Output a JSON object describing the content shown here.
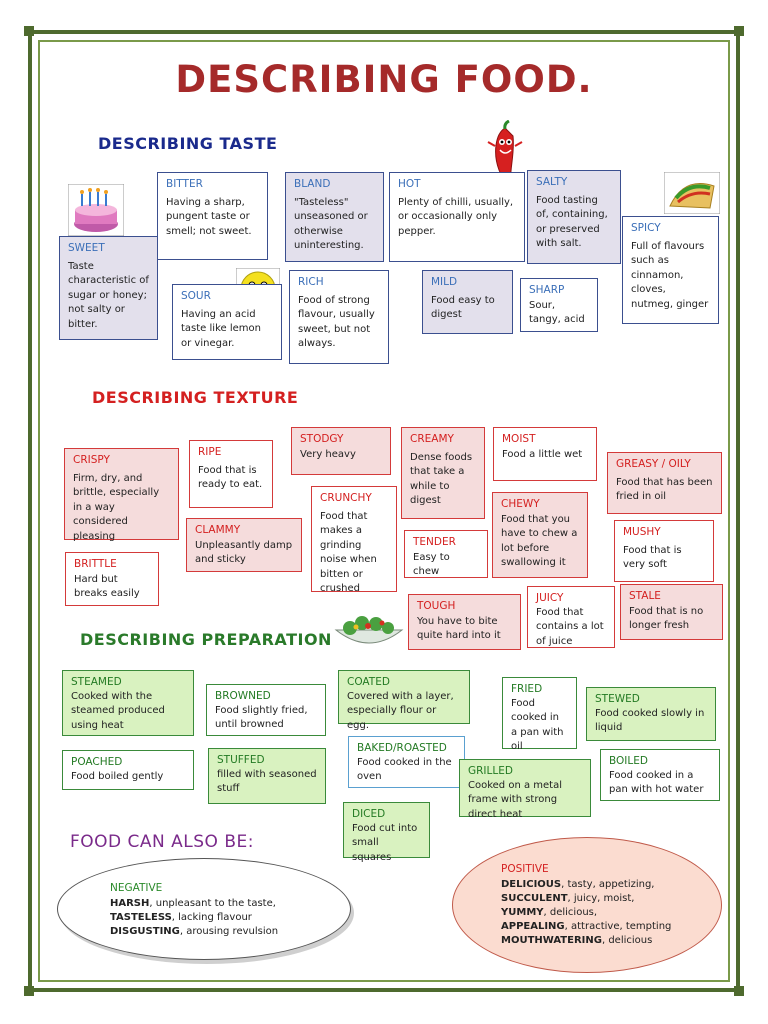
{
  "title": "DESCRIBING FOOD.",
  "sections": {
    "taste": "DESCRIBING TASTE",
    "texture": "DESCRIBING TEXTURE",
    "preparation": "DESCRIBING PREPARATION",
    "also": "FOOD CAN ALSO BE:"
  },
  "taste": {
    "bitter": {
      "term": "BITTER",
      "def": "Having a sharp, pungent taste or smell; not sweet."
    },
    "bland": {
      "term": "BLAND",
      "def": "\"Tasteless\" unseasoned or otherwise uninteresting."
    },
    "hot": {
      "term": "HOT",
      "def": "Plenty of chilli, usually, or occasionally only pepper."
    },
    "salty": {
      "term": "SALTY",
      "def": "Food tasting of, containing, or preserved with salt."
    },
    "spicy": {
      "term": "SPICY",
      "def": "Full of flavours such as cinnamon, cloves, nutmeg, ginger"
    },
    "sweet": {
      "term": "SWEET",
      "def": "Taste characteristic of sugar or honey; not salty or bitter."
    },
    "sour": {
      "term": "SOUR",
      "def": "Having an acid taste like lemon or vinegar."
    },
    "rich": {
      "term": "RICH",
      "def": "Food of strong flavour, usually sweet, but not always."
    },
    "mild": {
      "term": "MILD",
      "def": "Food easy to digest"
    },
    "sharp": {
      "term": "SHARP",
      "def": "Sour, tangy, acid"
    }
  },
  "texture": {
    "crispy": {
      "term": "CRISPY",
      "def": "Firm, dry, and brittle, especially in a way considered pleasing"
    },
    "ripe": {
      "term": "RIPE",
      "def": "Food that is ready to eat."
    },
    "stodgy": {
      "term": "STODGY",
      "def": "Very heavy"
    },
    "creamy": {
      "term": "CREAMY",
      "def": "Dense foods that take a while to digest"
    },
    "moist": {
      "term": "MOIST",
      "def": "Food a little wet"
    },
    "greasy": {
      "term": "GREASY / OILY",
      "def": "Food that has been fried in oil"
    },
    "crunchy": {
      "term": "CRUNCHY",
      "def": "Food that makes a grinding noise when bitten or crushed"
    },
    "clammy": {
      "term": "CLAMMY",
      "def": "Unpleasantly damp and sticky"
    },
    "chewy": {
      "term": "CHEWY",
      "def": "Food that you have to chew a lot before swallowing it"
    },
    "tender": {
      "term": "TENDER",
      "def": "Easy to chew"
    },
    "mushy": {
      "term": "MUSHY",
      "def": "Food that is very soft"
    },
    "brittle": {
      "term": "BRITTLE",
      "def": "Hard but breaks easily"
    },
    "tough": {
      "term": "TOUGH",
      "def": "You have to bite quite hard into it"
    },
    "juicy": {
      "term": "JUICY",
      "def": "Food that contains a lot of juice"
    },
    "stale": {
      "term": "STALE",
      "def": "Food that is no longer fresh"
    }
  },
  "preparation": {
    "steamed": {
      "term": "STEAMED",
      "def": "Cooked with the steamed produced using heat"
    },
    "browned": {
      "term": "BROWNED",
      "def": "Food slightly fried, until browned"
    },
    "coated": {
      "term": "COATED",
      "def": "Covered with a layer, especially flour or egg."
    },
    "fried": {
      "term": "FRIED",
      "def": "Food cooked in a pan with oil"
    },
    "stewed": {
      "term": "STEWED",
      "def": "Food cooked slowly in liquid"
    },
    "poached": {
      "term": "POACHED",
      "def": "Food boiled gently"
    },
    "stuffed": {
      "term": "STUFFED",
      "def": "filled with seasoned stuff"
    },
    "baked": {
      "term": "BAKED/ROASTED",
      "def": "Food cooked in the oven"
    },
    "grilled": {
      "term": "GRILLED",
      "def": "Cooked on a metal frame with strong direct heat"
    },
    "boiled": {
      "term": "BOILED",
      "def": "Food cooked in a pan with hot water"
    },
    "diced": {
      "term": "DICED",
      "def": "Food cut into small squares"
    }
  },
  "negative": {
    "title": "NEGATIVE",
    "lines": [
      {
        "w": "HARSH",
        "d": ", unpleasant to the taste,"
      },
      {
        "w": "TASTELESS",
        "d": ", lacking flavour"
      },
      {
        "w": "DISGUSTING",
        "d": ", arousing revulsion"
      }
    ]
  },
  "positive": {
    "title": "POSITIVE",
    "lines": [
      {
        "w": "DELICIOUS",
        "d": ", tasty, appetizing,"
      },
      {
        "w": "SUCCULENT",
        "d": ", juicy, moist,"
      },
      {
        "w": "YUMMY",
        "d": ", delicious,"
      },
      {
        "w": "APPEALING",
        "d": ", attractive, tempting"
      },
      {
        "w": "MOUTHWATERING",
        "d": ", delicious"
      }
    ]
  },
  "icons": [
    "cake-icon",
    "chili-pepper-icon",
    "taco-icon",
    "sour-face-icon",
    "salad-bowl-icon"
  ]
}
